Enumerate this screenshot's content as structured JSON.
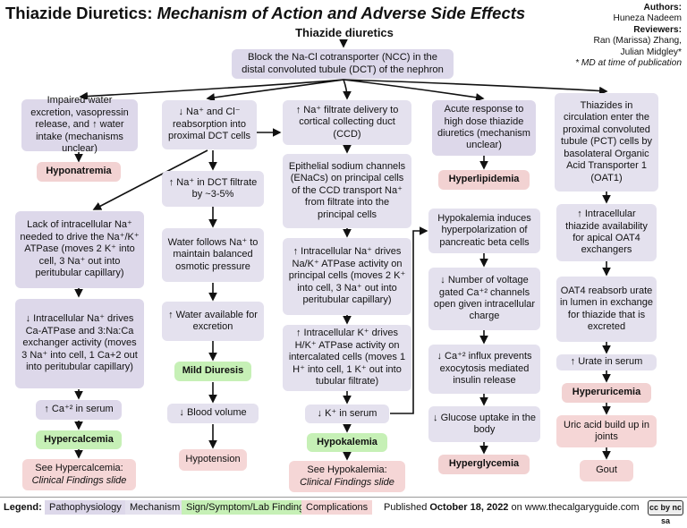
{
  "header": {
    "title_main": "Thiazide Diuretics:",
    "title_sub": "Mechanism of Action and Adverse Side Effects",
    "authors_label": "Authors:",
    "author_name": "Huneza Nadeem",
    "reviewers_label": "Reviewers:",
    "reviewer_1": "Ran (Marissa) Zhang,",
    "reviewer_2": "Julian Midgley*",
    "note": "* MD at time of publication"
  },
  "root": {
    "title": "Thiazide diuretics",
    "text": "Block the Na-Cl cotransporter (NCC) in the distal convoluted tubule (DCT) of the nephron"
  },
  "col1": {
    "impaired": "Impaired water excretion, vasopressin release, and ↑ water intake (mechanisms unclear)",
    "hyponatremia": "Hyponatremia",
    "lack": "Lack of intracellular Na⁺ needed to drive the Na⁺/K⁺ ATPase (moves 2 K⁺ into cell, 3 Na⁺ out into peritubular capillary)",
    "intra_na": "↓ Intracellular Na⁺ drives Ca-ATPase and 3:Na:Ca exchanger activity (moves 3 Na⁺ into cell, 1 Ca+2 out into peritubular capillary)",
    "ca_serum": "↑ Ca⁺² in serum",
    "hypercalcemia": "Hypercalcemia",
    "see_hyperca_1": "See Hypercalcemia:",
    "see_hyperca_2": "Clinical Findings slide"
  },
  "col2": {
    "na_cl": "↓ Na⁺ and Cl⁻ reabsorption into proximal DCT cells",
    "na_filtrate": "↑ Na⁺ in DCT filtrate by ~3-5%",
    "water_follows": "Water follows Na⁺ to maintain balanced osmotic pressure",
    "water_avail": "↑ Water available for excretion",
    "mild_diuresis": "Mild Diuresis",
    "blood_volume": "↓ Blood volume",
    "hypotension": "Hypotension"
  },
  "col3": {
    "na_delivery": "↑ Na⁺ filtrate delivery to cortical collecting duct (CCD)",
    "enac": "Epithelial sodium channels (ENaCs) on principal cells of the CCD transport Na⁺ from filtrate into the principal cells",
    "intra_na_drives": "↑ Intracellular Na⁺ drives Na/K⁺ ATPase activity on principal cells (moves 2 K⁺ into cell, 3 Na⁺ out into peritubular capillary)",
    "intra_k_drives": "↑ Intracellular K⁺ drives H/K⁺ ATPase activity on intercalated cells (moves 1 H⁺ into cell, 1 K⁺ out into tubular filtrate)",
    "k_serum": "↓ K⁺ in serum",
    "hypokalemia": "Hypokalemia",
    "see_hypok_1": "See Hypokalemia:",
    "see_hypok_2": "Clinical Findings slide"
  },
  "col4": {
    "acute": "Acute response to high dose thiazide diuretics (mechanism unclear)",
    "hyperlipidemia": "Hyperlipidemia",
    "hypok_induces": "Hypokalemia induces hyperpolarization of pancreatic beta cells",
    "voltage": "↓ Number of voltage gated Ca⁺² channels open given intracellular charge",
    "ca_influx": "↓ Ca⁺² influx prevents exocytosis mediated insulin release",
    "glucose": "↓ Glucose uptake in the body",
    "hyperglycemia": "Hyperglycemia"
  },
  "col5": {
    "thiazides_pct": "Thiazides in circulation enter the proximal convoluted tubule (PCT) cells by basolateral Organic Acid Transporter 1 (OAT1)",
    "intra_avail": "↑ Intracellular thiazide availability for apical OAT4 exchangers",
    "oat4": "OAT4 reabsorb urate in lumen in exchange for thiazide that is excreted",
    "urate": "↑ Urate in serum",
    "hyperuricemia": "Hyperuricemia",
    "uric_acid": "Uric acid build up in joints",
    "gout": "Gout"
  },
  "legend": {
    "label": "Legend:",
    "patho": "Pathophysiology",
    "mech": "Mechanism",
    "sign": "Sign/Symptom/Lab Finding",
    "comp": "Complications",
    "published_prefix": "Published ",
    "published_date": "October 18, 2022",
    "published_suffix": " on www.thecalgaryguide.com",
    "license": "cc by nc sa"
  },
  "colors": {
    "pathophysiology": "#ddd8ea",
    "mechanism": "#e4e1ee",
    "sign": "#c6f0b6",
    "complications": "#f5d6d6"
  }
}
